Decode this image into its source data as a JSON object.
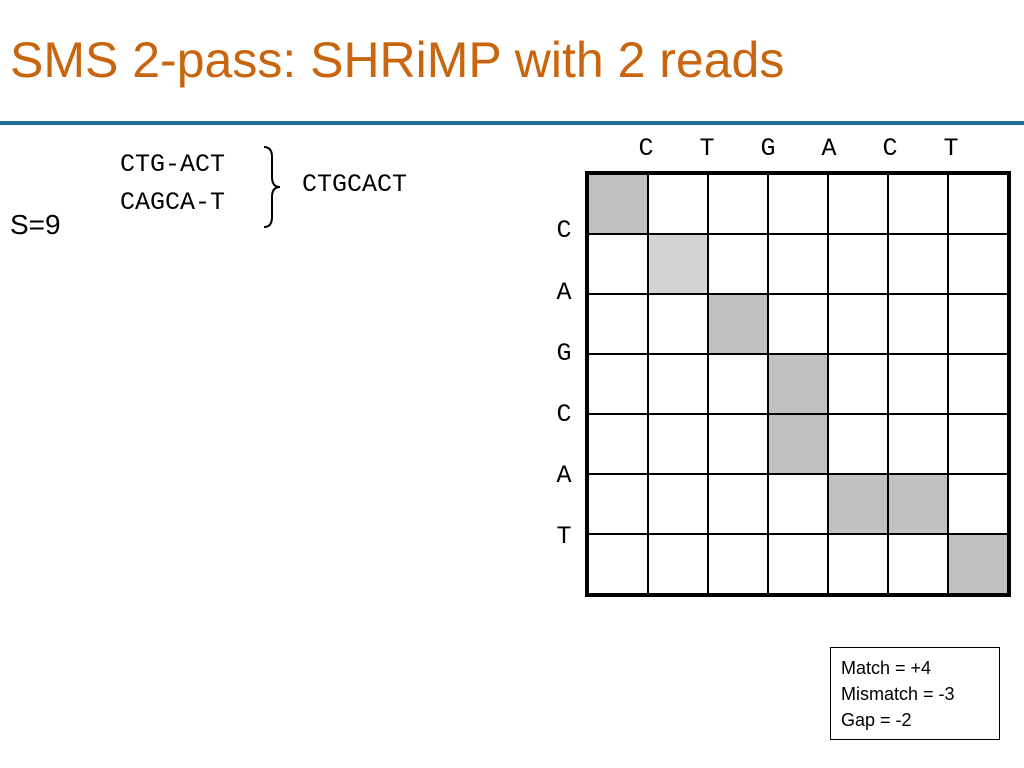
{
  "title": "SMS 2-pass: SHRiMP with 2 reads",
  "colors": {
    "title": "#C8650F",
    "rule": "#1F6A97",
    "cell_highlight": "#C0C0C0",
    "cell_highlight_light": "#D3D3D3"
  },
  "score_label": "S=9",
  "reads": [
    "CTG-ACT",
    "CAGCA-T"
  ],
  "merged_sequence": "CTGCACT",
  "matrix": {
    "columns": [
      "C",
      "T",
      "G",
      "A",
      "C",
      "T"
    ],
    "rows": [
      "C",
      "A",
      "G",
      "C",
      "A",
      "T"
    ],
    "highlighted_cells": [
      {
        "row": 0,
        "col": 0,
        "shade": "cell_highlight"
      },
      {
        "row": 1,
        "col": 1,
        "shade": "cell_highlight_light"
      },
      {
        "row": 2,
        "col": 2,
        "shade": "cell_highlight"
      },
      {
        "row": 3,
        "col": 3,
        "shade": "cell_highlight"
      },
      {
        "row": 4,
        "col": 3,
        "shade": "cell_highlight"
      },
      {
        "row": 5,
        "col": 4,
        "shade": "cell_highlight"
      },
      {
        "row": 5,
        "col": 5,
        "shade": "cell_highlight"
      },
      {
        "row": 6,
        "col": 6,
        "shade": "cell_highlight"
      }
    ]
  },
  "legend": {
    "match": "Match = +4",
    "mismatch": "Mismatch = -3",
    "gap": "Gap = -2"
  }
}
